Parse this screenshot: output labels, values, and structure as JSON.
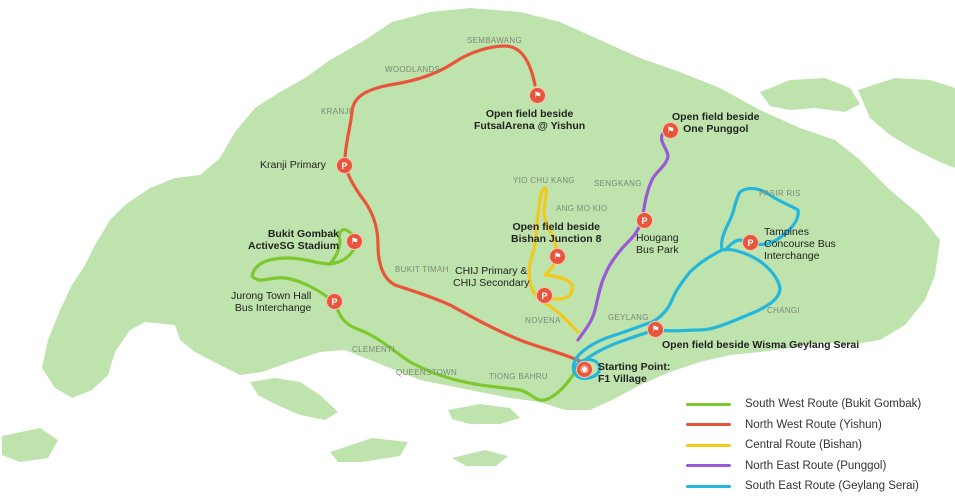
{
  "colors": {
    "land": "#bfe3ad",
    "south_west": "#7cc82e",
    "north_west": "#e8553a",
    "central": "#f2c91c",
    "north_east": "#9b59d6",
    "south_east": "#25b6dc",
    "pin": "#e8553a"
  },
  "area_labels": {
    "sembawang": "SEMBAWANG",
    "woodlands": "WOODLANDS",
    "kranji": "KRANJI",
    "yio_chu_kang": "YIO CHU KANG",
    "sengkang": "SENGKANG",
    "pasir_ris": "PASIR RIS",
    "ang_mo_kio": "ANG MO KIO",
    "bukit_timah": "BUKIT TIMAH",
    "novena": "NOVENA",
    "geylang": "GEYLANG",
    "changi": "CHANGI",
    "clementi": "CLEMENTI",
    "queenstown": "QUEENSTOWN",
    "tiong_bahru": "TIONG BAHRU"
  },
  "places": {
    "yishun_field": "Open field beside\nFutsalArena @ Yishun",
    "punggol_field": "Open field beside\nOne Punggol",
    "kranji_primary": "Kranji Primary",
    "bishan_field": "Open field beside\nBishan Junction 8",
    "hougang": "Hougang\nBus Park",
    "tampines": "Tampines\nConcourse Bus\nInterchange",
    "bukit_gombak": "Bukit Gombak\nActiveSG Stadium",
    "chij": "CHIJ Primary &\nCHIJ Secondary",
    "jurong": "Jurong Town Hall\nBus Interchange",
    "geylang_field": "Open field beside Wisma Geylang Serai",
    "start": "Starting Point:\nF1 Village"
  },
  "icons": {
    "parking": "P",
    "flag": "⚑",
    "start": "◉"
  },
  "legend": [
    {
      "label": "South West Route (Bukit Gombak)",
      "color": "#7cc82e",
      "icon": "south-west-route-line"
    },
    {
      "label": "North West Route (Yishun)",
      "color": "#e8553a",
      "icon": "north-west-route-line"
    },
    {
      "label": "Central Route (Bishan)",
      "color": "#f2c91c",
      "icon": "central-route-line"
    },
    {
      "label": "North East Route (Punggol)",
      "color": "#9b59d6",
      "icon": "north-east-route-line"
    },
    {
      "label": "South East Route (Geylang Serai)",
      "color": "#25b6dc",
      "icon": "south-east-route-line"
    }
  ]
}
